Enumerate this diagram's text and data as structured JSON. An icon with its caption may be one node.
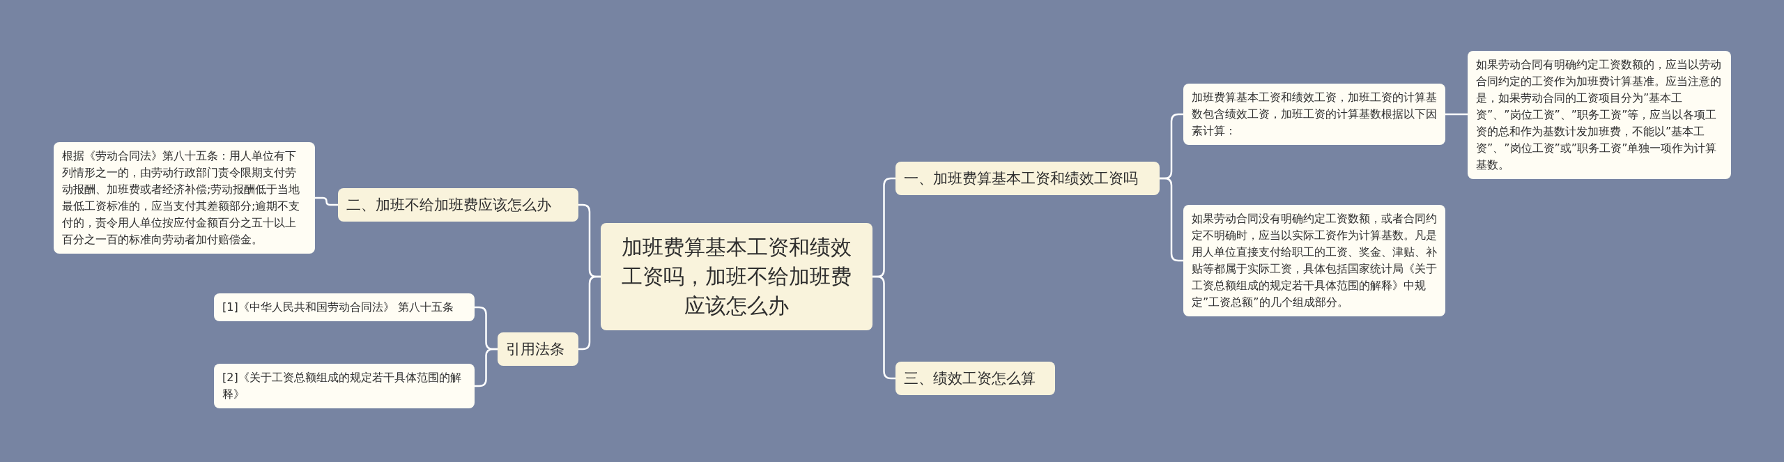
{
  "diagram": {
    "nodes": [
      {
        "text": [
          "加班费算基本工资和绩效工资吗，加班不给加班费应该怎么办"
        ]
      },
      {
        "text": [
          "一、加班费算基本工资和绩效工资吗"
        ]
      },
      {
        "text": [
          "加班费算基本工资和绩效工资，加班工资的计算基数包含绩效工资，加班工资的计算基数根据以下因素计算："
        ]
      },
      {
        "text": [
          "如果劳动合同有明确约定工资数额的，应当以劳动合同约定的工资作为加班费计算基准。应当注意的是，如果劳动合同的工资项目分为”基本工资”、”岗位工资”、”职务工资”等，应当以各项工资的总和作为基数计发加班费，不能以”基本工资”、”岗位工资”或”职务工资”单独一项作为计算基数。"
        ]
      },
      {
        "text": [
          "如果劳动合同没有明确约定工资数额，或者合同约定不明确时，应当以实际工资作为计算基数。凡是用人单位直接支付给职工的工资、奖金、津贴、补贴等都属于实际工资，具体包括国家统计局《关于工资总额组成的规定若干具体范围的解释》中规定”工资总额”的几个组成部分。"
        ]
      },
      {
        "text": [
          "三、绩效工资怎么算"
        ]
      },
      {
        "text": [
          "二、加班不给加班费应该怎么办"
        ]
      },
      {
        "text": [
          "根据《劳动合同法》第八十五条：用人单位有下列情形之一的，由劳动行政部门责令限期支付劳动报酬、加班费或者经济补偿;劳动报酬低于当地最低工资标准的，应当支付其差额部分;逾期不支付的，责令用人单位按应付金额百分之五十以上百分之一百的标准向劳动者加付赔偿金。"
        ]
      },
      {
        "text": [
          "引用法条"
        ]
      },
      {
        "text": [
          "[1]《中华人民共和国劳动合同法》 第八十五条"
        ]
      },
      {
        "text": [
          "[2]《关于工资总额组成的规定若干具体范围的解释》"
        ]
      }
    ],
    "edges": [
      {
        "from": 0,
        "to": 1,
        "arrow": "none"
      },
      {
        "from": 1,
        "to": 2,
        "arrow": "none"
      },
      {
        "from": 2,
        "to": 3,
        "arrow": "none"
      },
      {
        "from": 1,
        "to": 4,
        "arrow": "none"
      },
      {
        "from": 0,
        "to": 5,
        "arrow": "none"
      },
      {
        "from": 0,
        "to": 6,
        "arrow": "none"
      },
      {
        "from": 6,
        "to": 7,
        "arrow": "none"
      },
      {
        "from": 0,
        "to": 8,
        "arrow": "none"
      },
      {
        "from": 8,
        "to": 9,
        "arrow": "none"
      },
      {
        "from": 8,
        "to": 10,
        "arrow": "none"
      }
    ]
  }
}
